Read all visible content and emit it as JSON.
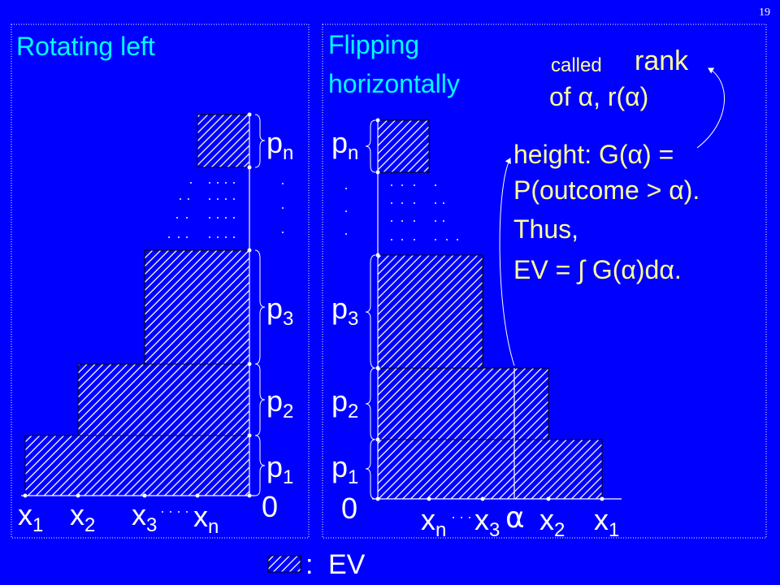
{
  "page_number": "19",
  "left_panel": {
    "title": "Rotating left",
    "p_labels": {
      "pn_base": "p",
      "pn_sub": "n",
      "p3_base": "p",
      "p3_sub": "3",
      "p2_base": "p",
      "p2_sub": "2",
      "p1_base": "p",
      "p1_sub": "1",
      "zero": "0"
    },
    "x_labels": {
      "x1_base": "x",
      "x1_sub": "1",
      "x2_base": "x",
      "x2_sub": "2",
      "x3_base": "x",
      "x3_sub": "3",
      "xn_base": "x",
      "xn_sub": "n"
    }
  },
  "right_panel": {
    "title_line1": "Flipping",
    "title_line2": "horizontally",
    "p_labels": {
      "pn_base": "p",
      "pn_sub": "n",
      "p3_base": "p",
      "p3_sub": "3",
      "p2_base": "p",
      "p2_sub": "2",
      "p1_base": "p",
      "p1_sub": "1",
      "zero": "0"
    },
    "x_labels": {
      "xn_base": "x",
      "xn_sub": "n",
      "x3_base": "x",
      "x3_sub": "3",
      "alpha": "α",
      "x2_base": "x",
      "x2_sub": "2",
      "x1_base": "x",
      "x1_sub": "1"
    }
  },
  "annotation": {
    "called": "called",
    "rank": "rank",
    "rank_of": "of α, r(α)",
    "height_line1": "height: G(α) =",
    "height_line2": "P(outcome > α).",
    "thus": "Thus,",
    "ev_formula": "EV = ∫ G(α)dα."
  },
  "legend": {
    "colon": ":",
    "label": "EV"
  },
  "colors": {
    "background": "#0000ff",
    "title": "#00ffff",
    "text": "#ffff99",
    "shape": "#ffffff"
  }
}
